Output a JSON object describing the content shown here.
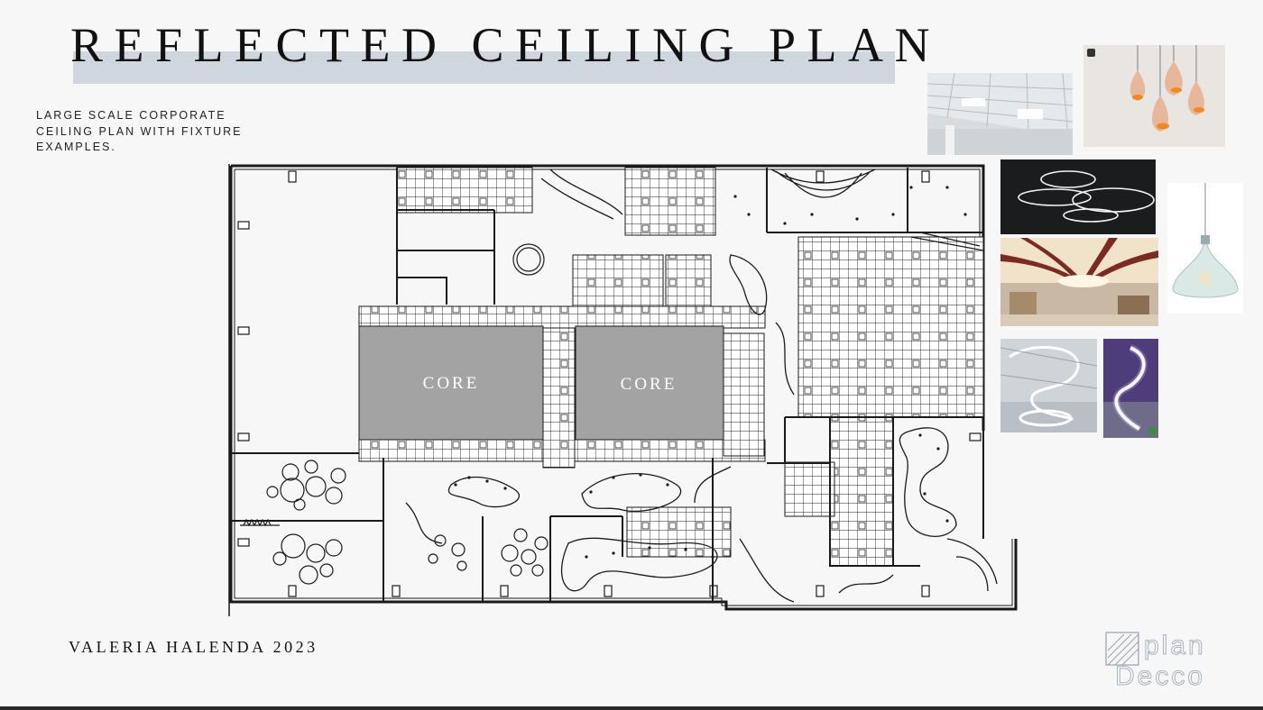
{
  "slide": {
    "title": "REFLECTED CEILING PLAN",
    "subtitle": "LARGE SCALE CORPORATE CEILING PLAN WITH FIXTURE EXAMPLES.",
    "author": "VALERIA HALENDA 2023"
  },
  "plan": {
    "core_left_label": "CORE",
    "core_right_label": "CORE"
  },
  "logo": {
    "top_word": "plan",
    "bottom_word": "Decco"
  },
  "fixtures": [
    {
      "name": "acoustic-tile-ceiling-photo"
    },
    {
      "name": "pendant-drop-lamps-photo"
    },
    {
      "name": "ring-led-chandelier-photo"
    },
    {
      "name": "glass-pendant-lamp-photo"
    },
    {
      "name": "wood-beam-cove-ceiling-photo"
    },
    {
      "name": "spiral-led-ceiling-photo"
    },
    {
      "name": "wavy-led-strip-photo"
    }
  ],
  "colors": {
    "background": "#f7f7f7",
    "title_band": "#cfd6de",
    "core_fill": "#9e9e9e",
    "drawing_line": "#1a1a1a"
  }
}
